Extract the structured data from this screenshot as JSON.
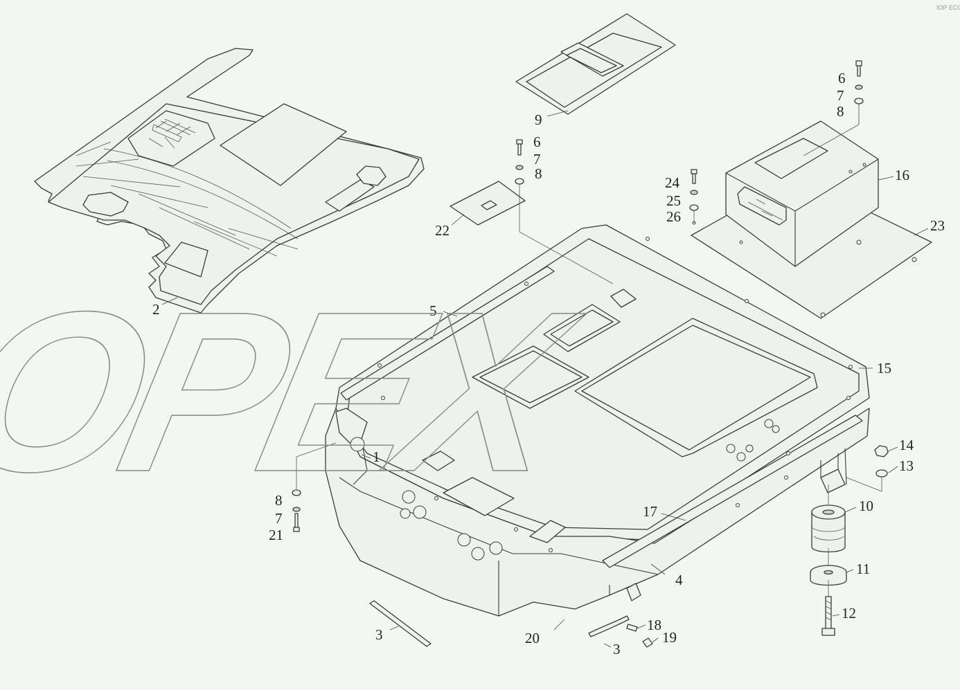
{
  "watermark": {
    "text": "OPEX",
    "logo_small": "IOP ECC"
  },
  "callouts": [
    {
      "id": "c1",
      "label": "1"
    },
    {
      "id": "c2",
      "label": "2"
    },
    {
      "id": "c3a",
      "label": "3"
    },
    {
      "id": "c3b",
      "label": "3"
    },
    {
      "id": "c4",
      "label": "4"
    },
    {
      "id": "c5",
      "label": "5"
    },
    {
      "id": "c6a",
      "label": "6"
    },
    {
      "id": "c6b",
      "label": "6"
    },
    {
      "id": "c7a",
      "label": "7"
    },
    {
      "id": "c7b",
      "label": "7"
    },
    {
      "id": "c7c",
      "label": "7"
    },
    {
      "id": "c8a",
      "label": "8"
    },
    {
      "id": "c8b",
      "label": "8"
    },
    {
      "id": "c8c",
      "label": "8"
    },
    {
      "id": "c9",
      "label": "9"
    },
    {
      "id": "c10",
      "label": "10"
    },
    {
      "id": "c11",
      "label": "11"
    },
    {
      "id": "c12",
      "label": "12"
    },
    {
      "id": "c13",
      "label": "13"
    },
    {
      "id": "c14",
      "label": "14"
    },
    {
      "id": "c15",
      "label": "15"
    },
    {
      "id": "c16",
      "label": "16"
    },
    {
      "id": "c17",
      "label": "17"
    },
    {
      "id": "c18",
      "label": "18"
    },
    {
      "id": "c19",
      "label": "19"
    },
    {
      "id": "c20",
      "label": "20"
    },
    {
      "id": "c21",
      "label": "21"
    },
    {
      "id": "c22",
      "label": "22"
    },
    {
      "id": "c23",
      "label": "23"
    },
    {
      "id": "c24",
      "label": "24"
    },
    {
      "id": "c25",
      "label": "25"
    },
    {
      "id": "c26",
      "label": "26"
    }
  ],
  "colors": {
    "background": "#f3f7f1",
    "line": "#3a3a3a",
    "watermark": "#8a8f88"
  }
}
